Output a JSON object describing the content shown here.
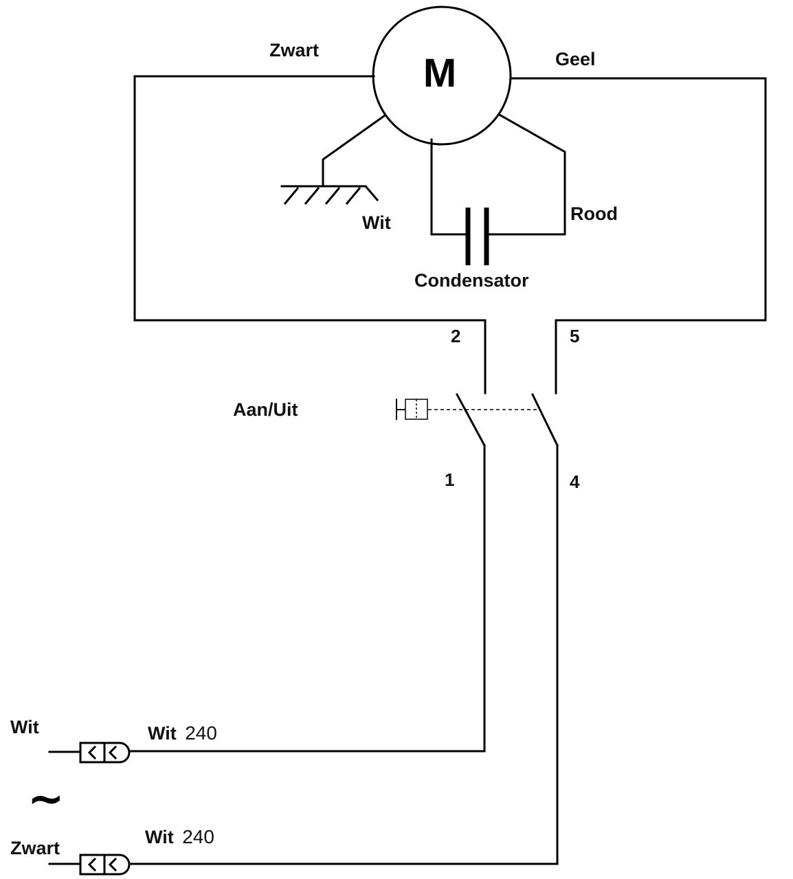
{
  "motor": {
    "symbol": "M"
  },
  "wires": {
    "black": "Zwart",
    "yellow": "Geel",
    "white": "Wit",
    "red": "Rood"
  },
  "capacitor": {
    "label": "Condensator"
  },
  "switch": {
    "label": "Aan/Uit",
    "terminals": [
      "2",
      "5",
      "1",
      "4"
    ]
  },
  "supply": {
    "line1_label": "Wit",
    "line2_label": "Zwart",
    "ac_symbol": "~",
    "connectors": [
      {
        "wire": "Wit",
        "voltage": "240"
      },
      {
        "wire": "Wit",
        "voltage": "240"
      }
    ]
  }
}
